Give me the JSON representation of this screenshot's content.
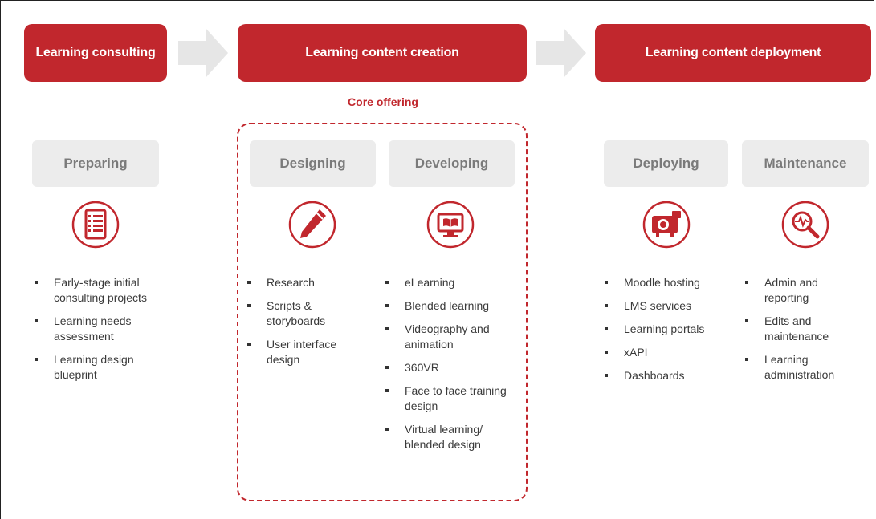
{
  "phases": {
    "consulting": "Learning consulting",
    "creation": "Learning content creation",
    "deployment": "Learning content deployment"
  },
  "core_offering": "Core offering",
  "stages": {
    "preparing": {
      "title": "Preparing",
      "icon": "checklist-icon",
      "items": [
        "Early-stage initial consulting projects",
        "Learning needs assessment",
        "Learning design blueprint"
      ]
    },
    "designing": {
      "title": "Designing",
      "icon": "pen-icon",
      "items": [
        "Research",
        "Scripts & storyboards",
        "User interface design"
      ]
    },
    "developing": {
      "title": "Developing",
      "icon": "monitor-book-icon",
      "items": [
        "eLearning",
        "Blended learning",
        "Videography and animation",
        "360VR",
        "Face to face training design",
        "Virtual learning/ blended design"
      ]
    },
    "deploying": {
      "title": "Deploying",
      "icon": "projector-icon",
      "items": [
        "Moodle hosting",
        "LMS services",
        "Learning portals",
        "xAPI",
        "Dashboards"
      ]
    },
    "maintenance": {
      "title": "Maintenance",
      "icon": "magnifier-pulse-icon",
      "items": [
        "Admin and reporting",
        "Edits and maintenance",
        "Learning administration"
      ]
    }
  },
  "colors": {
    "accent": "#c1272d",
    "stage_bg": "#ececec",
    "stage_text": "#7a7a7a"
  }
}
